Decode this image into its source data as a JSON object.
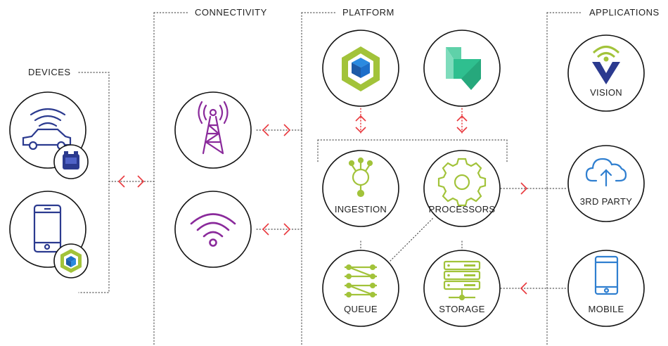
{
  "sections": {
    "devices": "DEVICES",
    "connectivity": "CONNECTIVITY",
    "platform": "PLATFORM",
    "applications": "APPLICATIONS"
  },
  "platform_nodes": {
    "ingestion": "INGESTION",
    "processors": "PROCESSORS",
    "queue": "QUEUE",
    "storage": "STORAGE"
  },
  "applications": {
    "vision": "VISION",
    "third_party": "3RD PARTY",
    "mobile": "MOBILE"
  },
  "icons": {
    "car": "connected-car-icon",
    "obd": "obd-dongle-icon",
    "phone": "smartphone-icon",
    "cube_badge": "cube-logo-icon",
    "tower": "cell-tower-icon",
    "wifi": "wifi-icon",
    "cube_logo": "hexagon-cube-logo-icon",
    "green_logo": "green-d-logo-icon",
    "ingestion": "ingestion-node-icon",
    "processors": "gear-icon",
    "queue": "queue-icon",
    "storage": "server-storage-icon",
    "vision": "vision-logo-icon",
    "cloud": "cloud-upload-icon",
    "mobile": "mobile-phone-icon"
  },
  "colors": {
    "navy": "#2b3a8f",
    "purple": "#8a2a9b",
    "lime": "#a2c33a",
    "teal": "#2fbf8f",
    "blue": "#2f7fd0",
    "accent_red": "#e8383d"
  }
}
